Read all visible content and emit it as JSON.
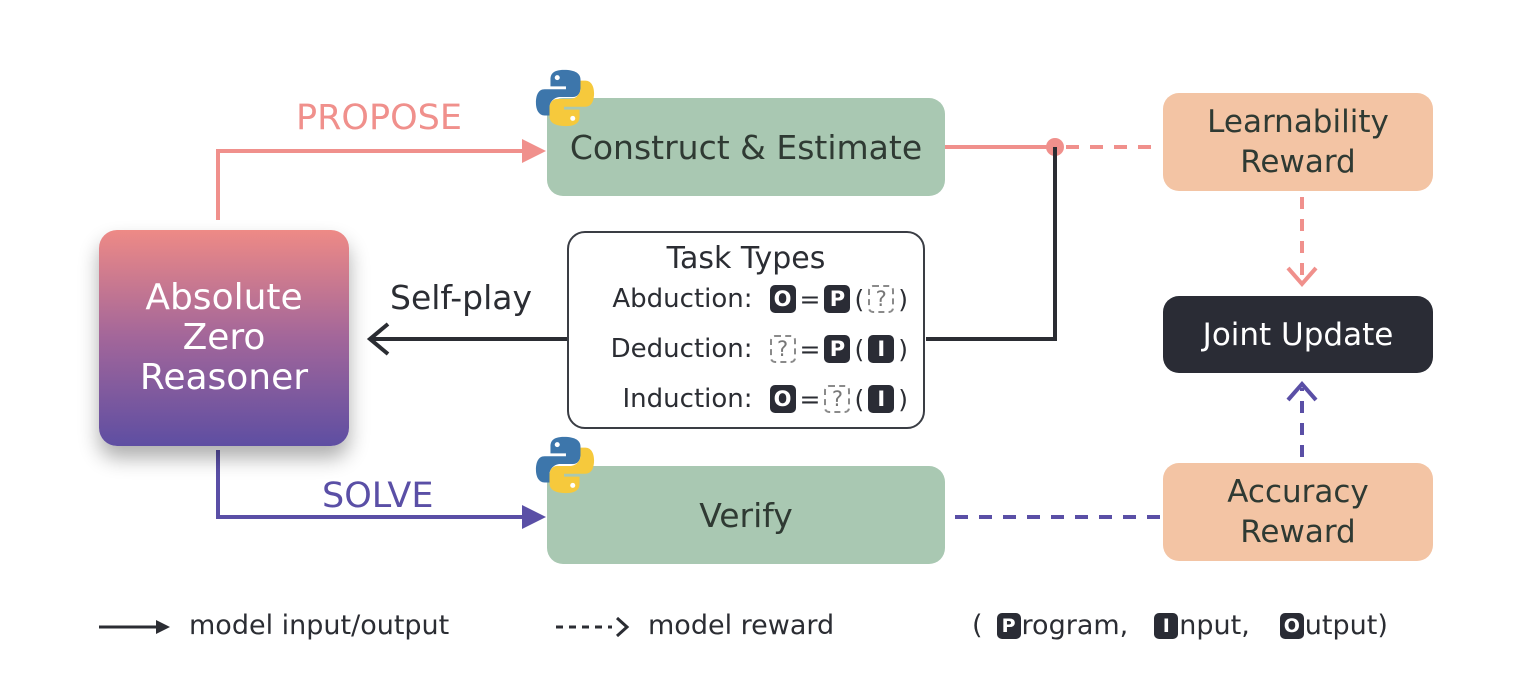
{
  "nodes": {
    "reasoner": [
      "Absolute",
      "Zero",
      "Reasoner"
    ],
    "construct": "Construct & Estimate",
    "verify": "Verify",
    "learnability": [
      "Learnability",
      "Reward"
    ],
    "accuracy": [
      "Accuracy",
      "Reward"
    ],
    "joint": "Joint Update"
  },
  "edges": {
    "propose": "PROPOSE",
    "solve": "SOLVE",
    "selfplay": "Self-play"
  },
  "task_types": {
    "title": "Task Types",
    "rows": [
      {
        "name": "Abduction:",
        "tokens": [
          "O",
          "=",
          "P",
          "(",
          "?",
          ")"
        ]
      },
      {
        "name": "Deduction:",
        "tokens": [
          "?",
          "=",
          "P",
          "(",
          "I",
          ")"
        ]
      },
      {
        "name": "Induction:",
        "tokens": [
          "O",
          "=",
          "?",
          "(",
          "I",
          ")"
        ]
      }
    ]
  },
  "legend": {
    "solid": "model input/output",
    "dashed": "model reward",
    "key_open": "(",
    "key_close": ")",
    "keys": [
      {
        "letter": "P",
        "rest": "rogram,"
      },
      {
        "letter": "I",
        "rest": "nput,"
      },
      {
        "letter": "O",
        "rest": "utput"
      }
    ]
  },
  "colors": {
    "propose": "#f0908c",
    "solve": "#5a4fa6",
    "green_box": "#a9c8b2",
    "orange_box": "#f3c4a4",
    "dark_box": "#2a2c35"
  }
}
